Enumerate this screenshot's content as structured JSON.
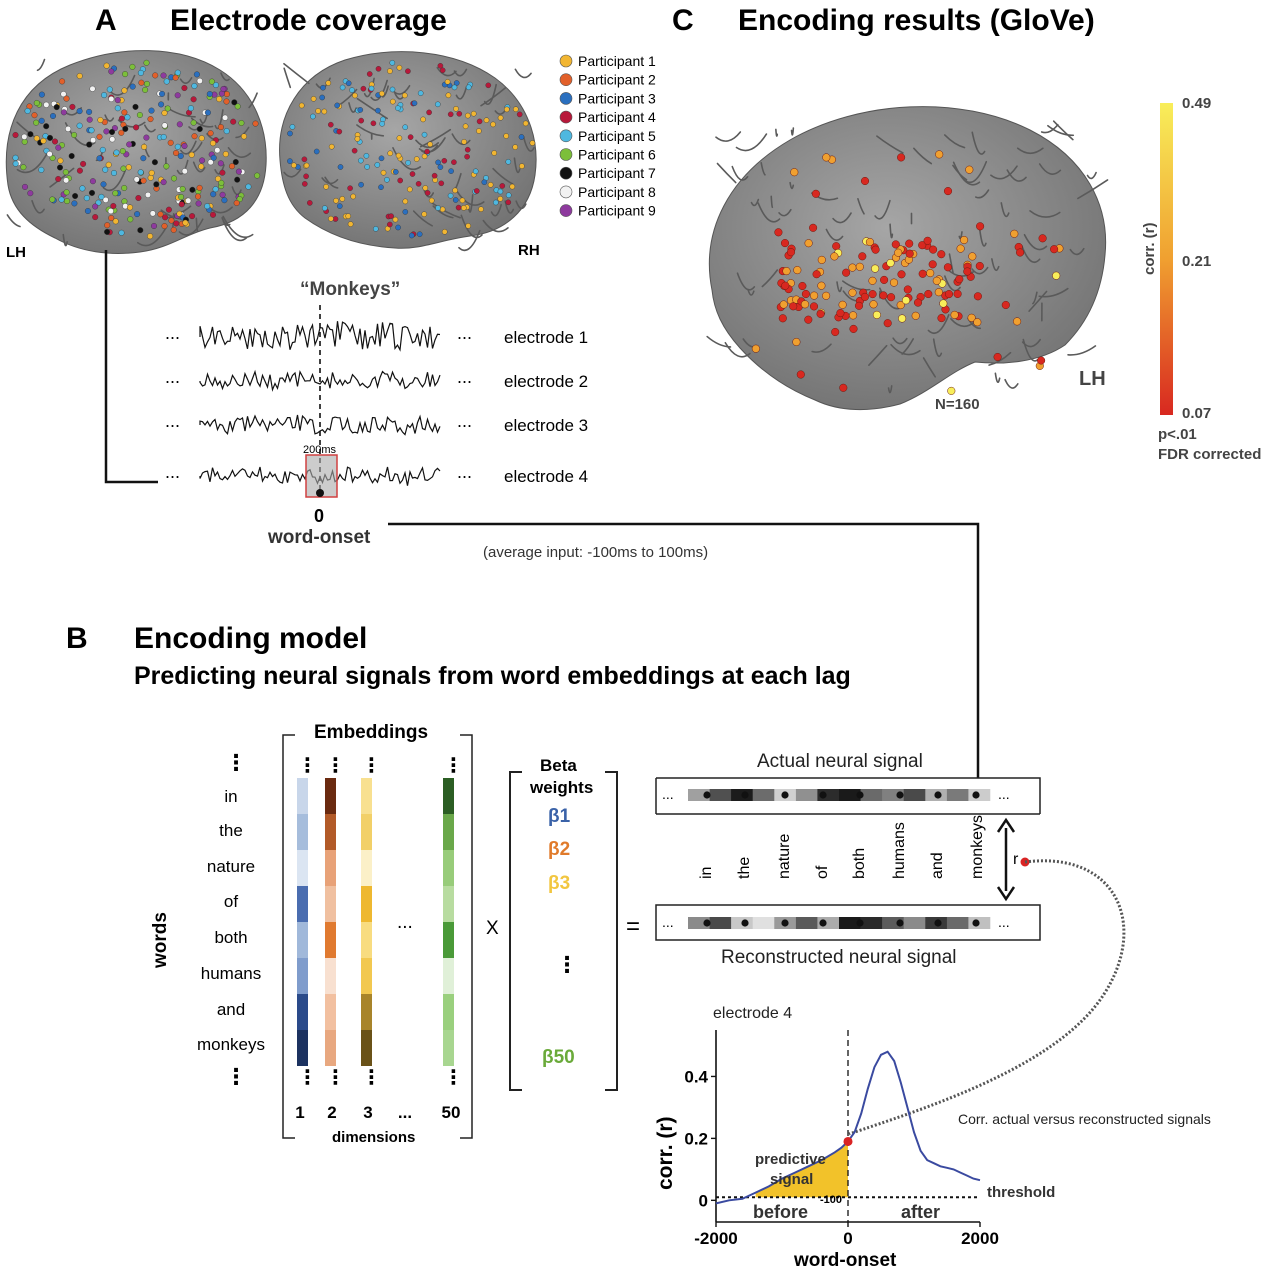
{
  "panel_a": {
    "letter": "A",
    "title": "Electrode coverage",
    "lh_label": "LH",
    "rh_label": "RH",
    "legend": [
      {
        "label": "Participant 1",
        "color": "#f2b632"
      },
      {
        "label": "Participant 2",
        "color": "#e2602a"
      },
      {
        "label": "Participant 3",
        "color": "#2a6fbf"
      },
      {
        "label": "Participant 4",
        "color": "#b8183a"
      },
      {
        "label": "Participant 5",
        "color": "#4fb8e0"
      },
      {
        "label": "Participant 6",
        "color": "#7cbf3a"
      },
      {
        "label": "Participant 7",
        "color": "#111111"
      },
      {
        "label": "Participant 8",
        "color": "#f2f2f2"
      },
      {
        "label": "Participant 9",
        "color": "#8e3a9e"
      }
    ],
    "word_label": "“Monkeys”",
    "electrodes": [
      "electrode 1",
      "electrode 2",
      "electrode 3",
      "electrode 4"
    ],
    "ellipsis": "...",
    "window_label": "200ms",
    "zero_label": "0",
    "onset_label": "word-onset",
    "average_input": "(average input: -100ms to 100ms)"
  },
  "panel_c": {
    "letter": "C",
    "title": "Encoding results (GloVe)",
    "lh_label": "LH",
    "n_label": "N=160",
    "colorbar": {
      "label": "corr. (r)",
      "ticks": [
        "0.49",
        "0.21",
        "0.07"
      ],
      "colors": [
        "#f8ee5a",
        "#f0a030",
        "#d82820"
      ],
      "note_line1": "p<.01",
      "note_line2": "FDR corrected"
    }
  },
  "panel_b": {
    "letter": "B",
    "title": "Encoding model",
    "subtitle": "Predicting neural signals from word embeddings at each lag",
    "embeddings_label": "Embeddings",
    "words_axis": "words",
    "words": [
      "in",
      "the",
      "nature",
      "of",
      "both",
      "humans",
      "and",
      "monkeys"
    ],
    "dims": [
      "1",
      "2",
      "3",
      "...",
      "50"
    ],
    "dims_label": "dimensions",
    "vdots": "⋮",
    "col_ellipsis": "...",
    "times": "X",
    "equals": "=",
    "beta_title_1": "Beta",
    "beta_title_2": "weights",
    "betas": [
      {
        "label": "β1",
        "color": "#3a62a8"
      },
      {
        "label": "β2",
        "color": "#e07a2a"
      },
      {
        "label": "β3",
        "color": "#f2c640"
      },
      {
        "label": "β50",
        "color": "#6aaa3a"
      }
    ],
    "embedding_colors": {
      "dim1": [
        "#c8d6ea",
        "#a6bddc",
        "#dbe5f2",
        "#4a6db0",
        "#a0b8da",
        "#7f9ccc",
        "#2a4a8a",
        "#1c3260"
      ],
      "dim2": [
        "#6a2a10",
        "#b25a28",
        "#e8a278",
        "#f0c0a0",
        "#e07a30",
        "#f8e0d0",
        "#f2c0a0",
        "#e8a880"
      ],
      "dim3": [
        "#f8e090",
        "#f2d068",
        "#fbf0c8",
        "#eeb830",
        "#f8dc80",
        "#f2c850",
        "#a8842a",
        "#6a5218"
      ],
      "dim50": [
        "#2c5e24",
        "#6aa84a",
        "#98cc7a",
        "#b8dca0",
        "#4a9a38",
        "#e0f0d8",
        "#9ad07e",
        "#a8d690"
      ]
    },
    "actual_label": "Actual neural signal",
    "reconstructed_label": "Reconstructed neural signal",
    "actual_cells": [
      "#a0a0a0",
      "#505050",
      "#1c1c1c",
      "#6c6c6c",
      "#d0d0d0",
      "#909090",
      "#2c2c2c",
      "#1a1a1a",
      "#6a6a6a",
      "#808080",
      "#4a4a4a",
      "#b0b0b0",
      "#7a7a7a",
      "#cccccc"
    ],
    "reconstructed_cells": [
      "#8a8a8a",
      "#4a4a4a",
      "#c8c8c8",
      "#e0e0e0",
      "#9a9a9a",
      "#5a5a5a",
      "#ababab",
      "#1a1a1a",
      "#2a2a2a",
      "#5c5c5c",
      "#8a8a8a",
      "#3a3a3a",
      "#6a6a6a",
      "#c0c0c0"
    ],
    "r_label": "r"
  },
  "chart_data": {
    "type": "line",
    "title": "electrode 4",
    "xlabel": "word-onset",
    "ylabel": "corr. (r)",
    "xlim": [
      -2000,
      2000
    ],
    "ylim": [
      -0.07,
      0.55
    ],
    "xticks": [
      -2000,
      0,
      2000
    ],
    "xtick_labels": [
      "-2000",
      "0",
      "2000"
    ],
    "yticks": [
      0,
      0.2,
      0.4
    ],
    "ytick_labels": [
      "0",
      "0.2",
      "0.4"
    ],
    "series": [
      {
        "x": [
          -2000,
          -1800,
          -1600,
          -1400,
          -1200,
          -1000,
          -800,
          -600,
          -400,
          -200,
          -100,
          0,
          100,
          200,
          300,
          400,
          500,
          600,
          700,
          800,
          900,
          1000,
          1100,
          1200,
          1300,
          1400,
          1500,
          1600,
          1700,
          1800,
          1900,
          2000
        ],
        "y": [
          -0.01,
          0.0,
          0.005,
          0.025,
          0.045,
          0.07,
          0.09,
          0.11,
          0.13,
          0.155,
          0.17,
          0.19,
          0.22,
          0.28,
          0.36,
          0.43,
          0.47,
          0.48,
          0.45,
          0.38,
          0.3,
          0.22,
          0.16,
          0.13,
          0.12,
          0.11,
          0.105,
          0.1,
          0.09,
          0.08,
          0.07,
          0.065
        ],
        "color": "#3a4aa0"
      }
    ],
    "threshold": 0.01,
    "threshold_label": "threshold",
    "predictive_label_1": "predictive",
    "predictive_label_2": "signal",
    "minus100_label": "-100",
    "before_label": "before",
    "after_label": "after",
    "corr_note": "Corr. actual versus reconstructed signals"
  }
}
